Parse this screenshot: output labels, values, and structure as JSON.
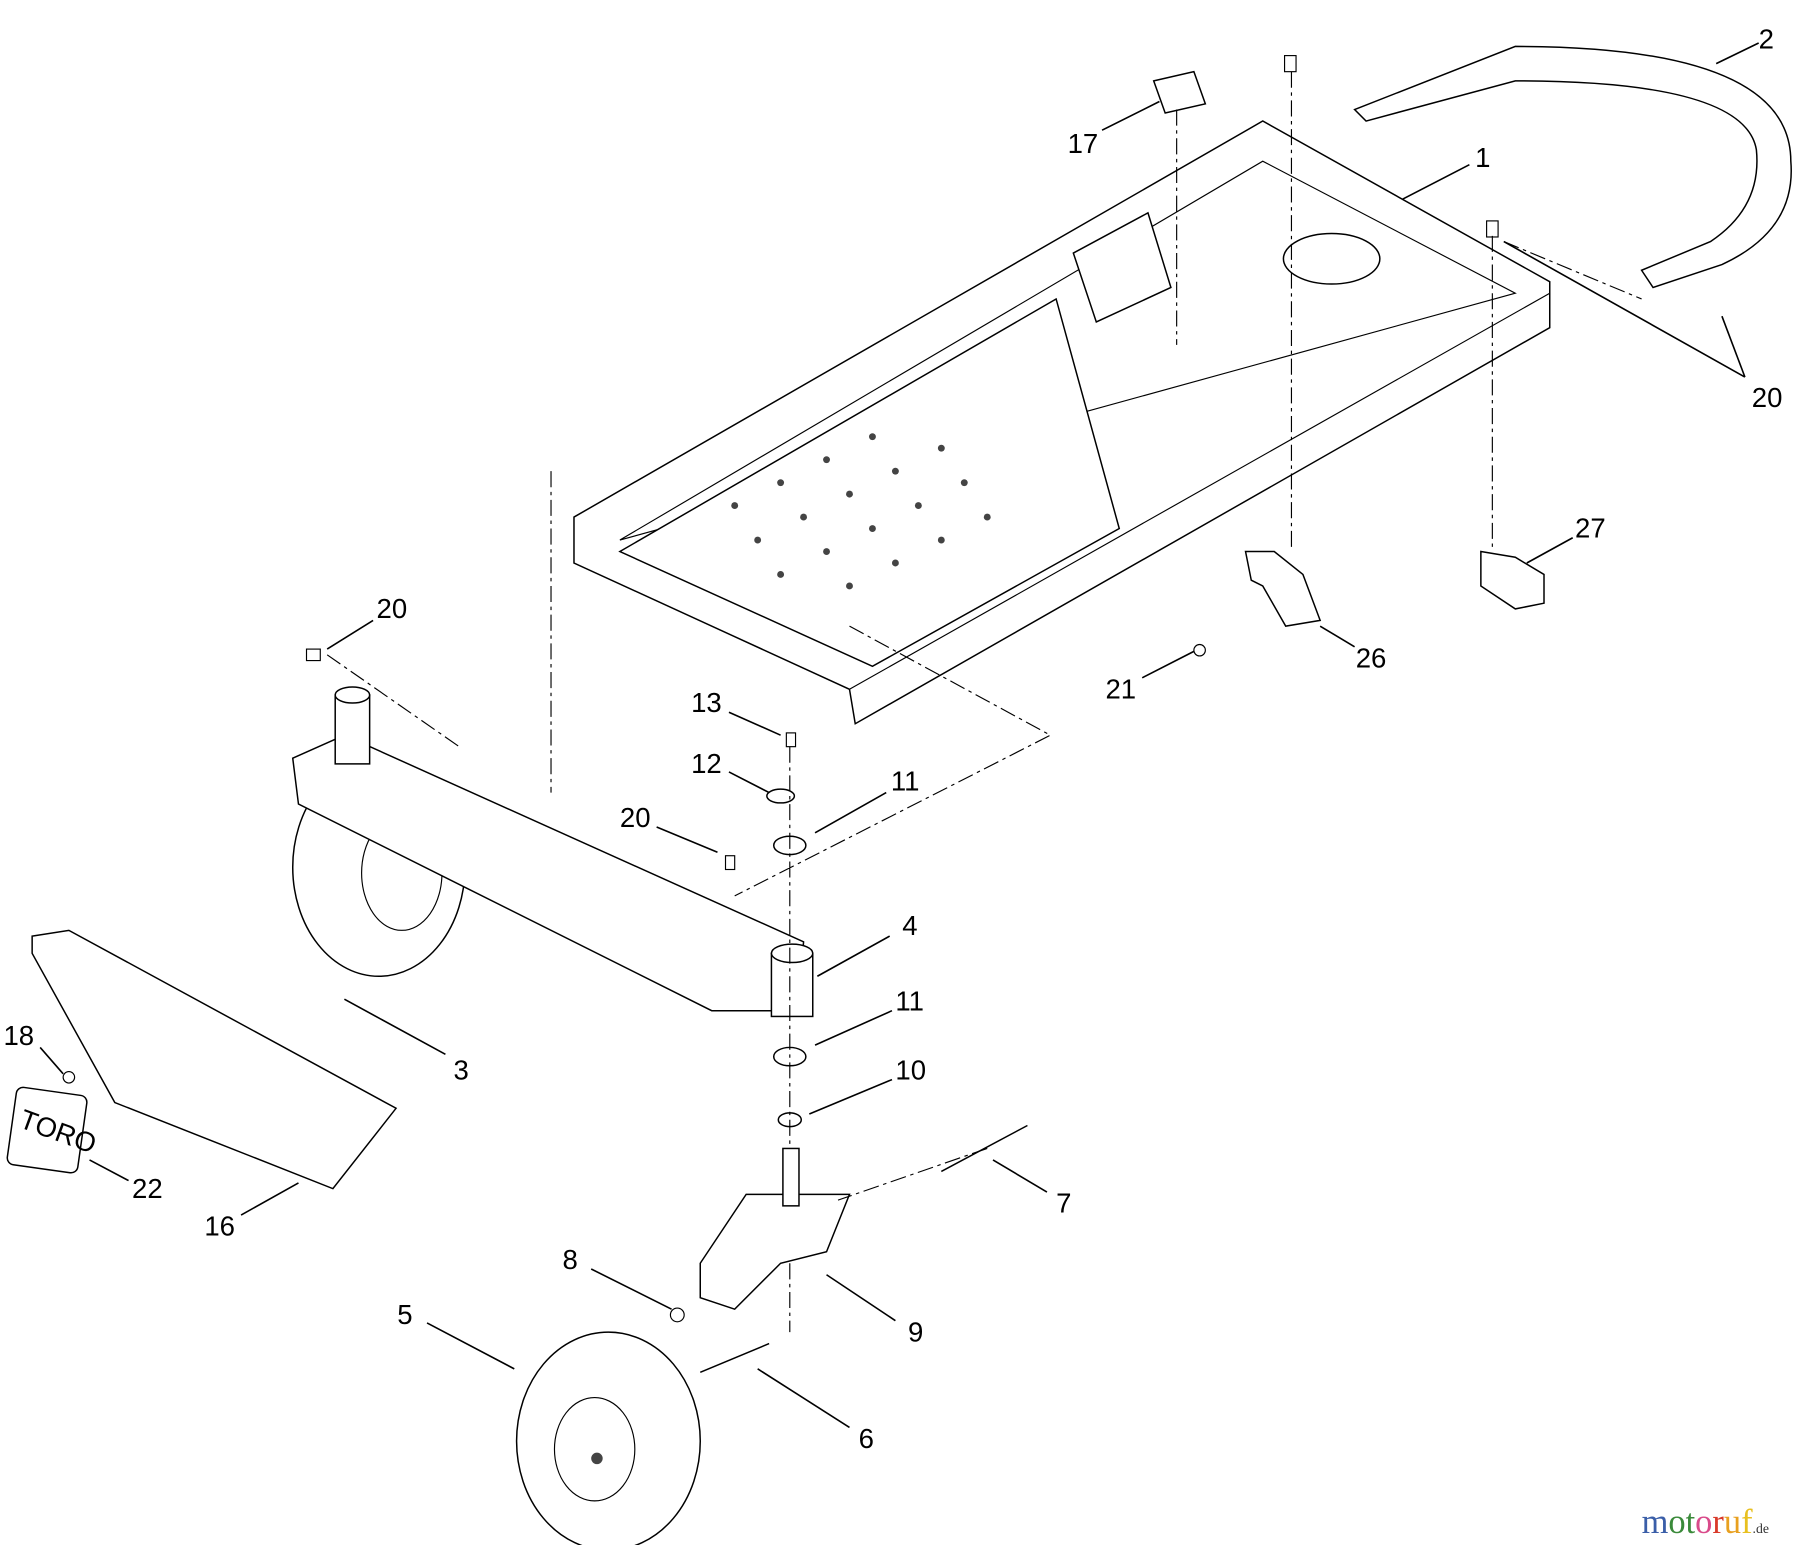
{
  "diagram": {
    "callouts": [
      "2",
      "17",
      "1",
      "20",
      "27",
      "26",
      "21",
      "20",
      "13",
      "12",
      "11",
      "20",
      "4",
      "11",
      "10",
      "3",
      "18",
      "22",
      "16",
      "7",
      "8",
      "9",
      "5",
      "6"
    ],
    "toro_plate_text": "TORO",
    "watermark": {
      "letters": [
        "m",
        "o",
        "t",
        "o",
        "r",
        "u",
        "f"
      ],
      "suffix": ".de",
      "colors": [
        "#3a5ea8",
        "#3a8a3a",
        "#3a8a3a",
        "#d94a8a",
        "#d93a2a",
        "#e8a020",
        "#e8c020"
      ]
    }
  }
}
